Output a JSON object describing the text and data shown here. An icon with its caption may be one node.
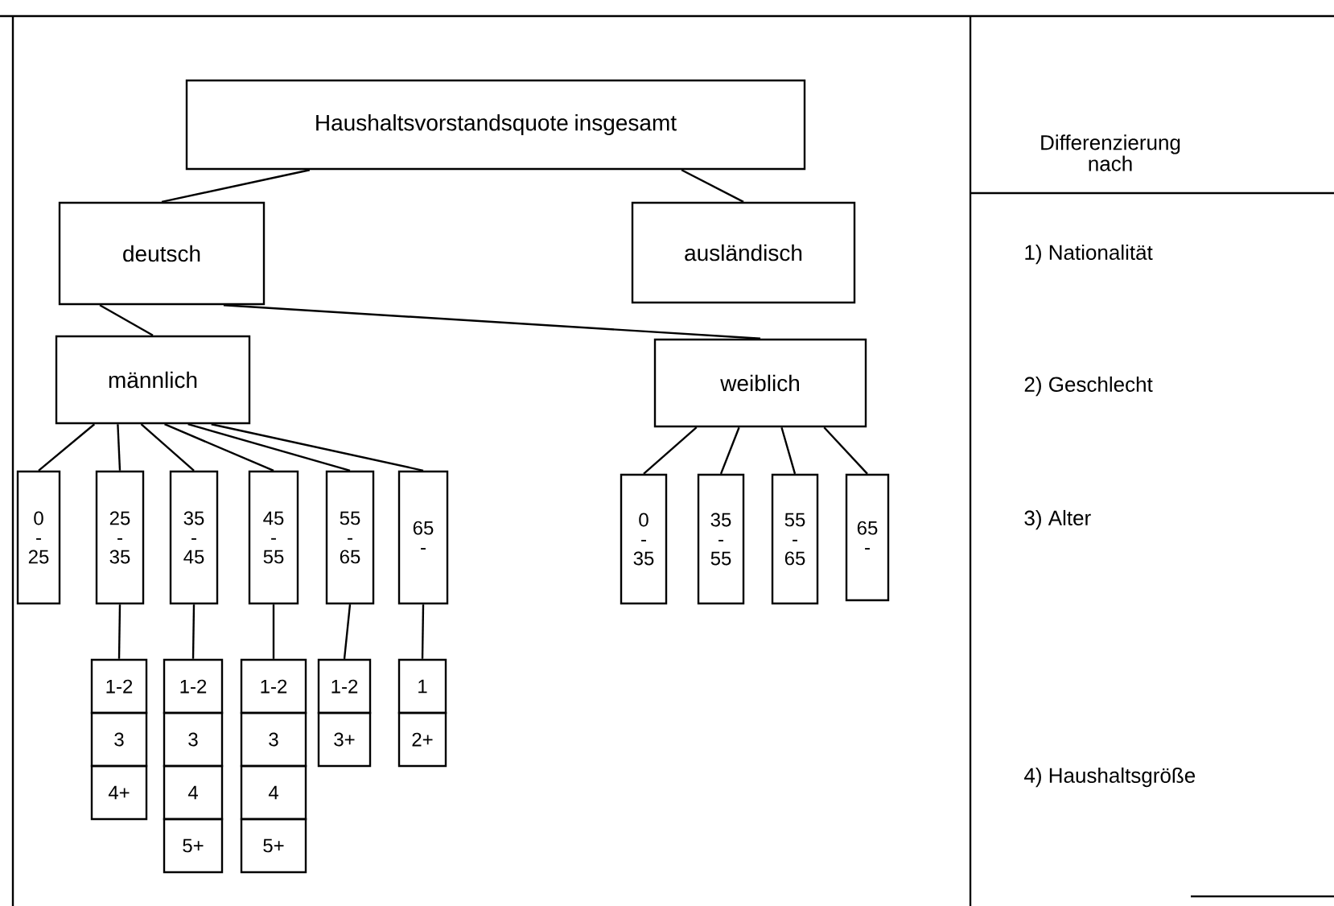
{
  "diagram": {
    "nodes": [
      {
        "text": [
          "Haushaltsvorstandsquote insgesamt"
        ]
      },
      {
        "text": [
          "deutsch"
        ]
      },
      {
        "text": [
          "ausländisch"
        ]
      },
      {
        "text": [
          "männlich"
        ]
      },
      {
        "text": [
          "weiblich"
        ]
      },
      {
        "text": [
          "0 - 25"
        ]
      },
      {
        "text": [
          "25 - 35"
        ]
      },
      {
        "text": [
          "35 - 45"
        ]
      },
      {
        "text": [
          "45 - 55"
        ]
      },
      {
        "text": [
          "55 - 65"
        ]
      },
      {
        "text": [
          "65 -"
        ]
      },
      {
        "text": [
          "0 - 35"
        ]
      },
      {
        "text": [
          "35 - 55"
        ]
      },
      {
        "text": [
          "55 - 65"
        ]
      },
      {
        "text": [
          "65 -"
        ]
      },
      {
        "text": [
          "1-2"
        ]
      },
      {
        "text": [
          "3"
        ]
      },
      {
        "text": [
          "4+"
        ]
      },
      {
        "text": [
          "1-2"
        ]
      },
      {
        "text": [
          "3"
        ]
      },
      {
        "text": [
          "4"
        ]
      },
      {
        "text": [
          "5+"
        ]
      },
      {
        "text": [
          "1-2"
        ]
      },
      {
        "text": [
          "3"
        ]
      },
      {
        "text": [
          "4"
        ]
      },
      {
        "text": [
          "5+"
        ]
      },
      {
        "text": [
          "1-2"
        ]
      },
      {
        "text": [
          "3+"
        ]
      },
      {
        "text": [
          "1"
        ]
      },
      {
        "text": [
          "2+"
        ]
      }
    ],
    "edges": [
      {
        "from": 0,
        "to": 1,
        "arrow": "none"
      },
      {
        "from": 0,
        "to": 2,
        "arrow": "none"
      },
      {
        "from": 1,
        "to": 3,
        "arrow": "none"
      },
      {
        "from": 1,
        "to": 4,
        "arrow": "none"
      },
      {
        "from": 3,
        "to": 5,
        "arrow": "none"
      },
      {
        "from": 3,
        "to": 6,
        "arrow": "none"
      },
      {
        "from": 3,
        "to": 7,
        "arrow": "none"
      },
      {
        "from": 3,
        "to": 8,
        "arrow": "none"
      },
      {
        "from": 3,
        "to": 9,
        "arrow": "none"
      },
      {
        "from": 3,
        "to": 10,
        "arrow": "none"
      },
      {
        "from": 4,
        "to": 11,
        "arrow": "none"
      },
      {
        "from": 4,
        "to": 12,
        "arrow": "none"
      },
      {
        "from": 4,
        "to": 13,
        "arrow": "none"
      },
      {
        "from": 4,
        "to": 14,
        "arrow": "none"
      },
      {
        "from": 6,
        "to": 15,
        "arrow": "none"
      },
      {
        "from": 7,
        "to": 18,
        "arrow": "none"
      },
      {
        "from": 8,
        "to": 22,
        "arrow": "none"
      },
      {
        "from": 9,
        "to": 26,
        "arrow": "none"
      },
      {
        "from": 10,
        "to": 28,
        "arrow": "none"
      }
    ],
    "labels": [
      "Differenzierung nach",
      "1) Nationalität",
      "2) Geschlecht",
      "3) Alter",
      "4) Haushaltsgröße"
    ]
  }
}
